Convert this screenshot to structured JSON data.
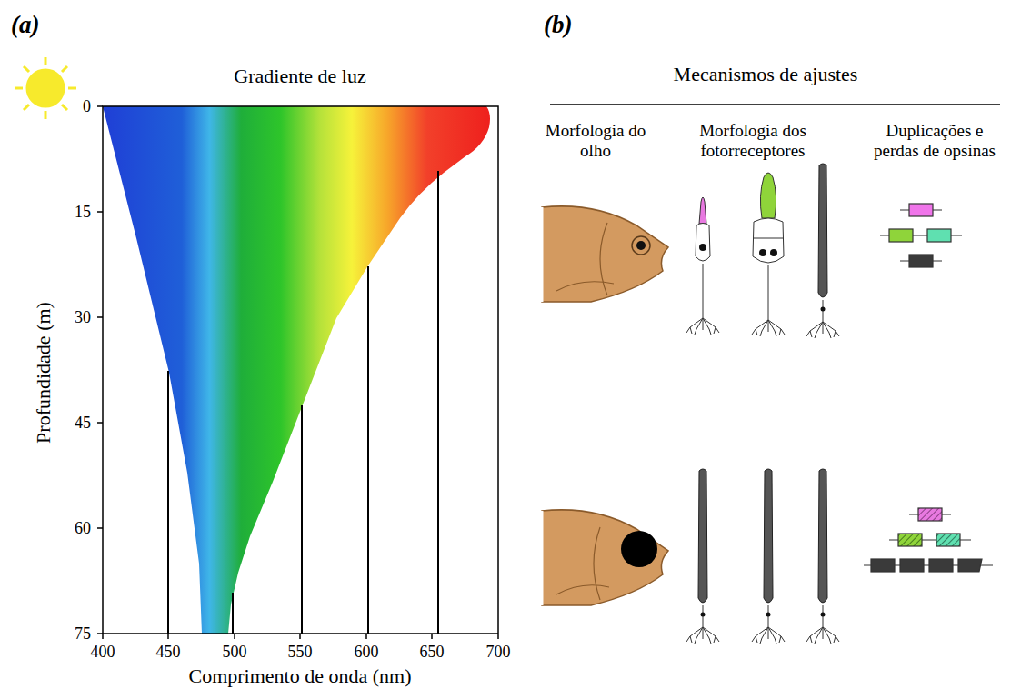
{
  "diagram": {
    "labels": [
      "(a)",
      "(b)",
      "Gradiente de luz",
      "Mecanismos de ajustes",
      "Morfologia do olho",
      "Morfologia dos fotorreceptores",
      "Duplicações e perdas de opsinas",
      "0",
      "15",
      "30",
      "45",
      "60",
      "75",
      "Profundidade (m)",
      "400",
      "450",
      "500",
      "550",
      "600",
      "650",
      "700",
      "Comprimento de onda (nm)"
    ]
  }
}
